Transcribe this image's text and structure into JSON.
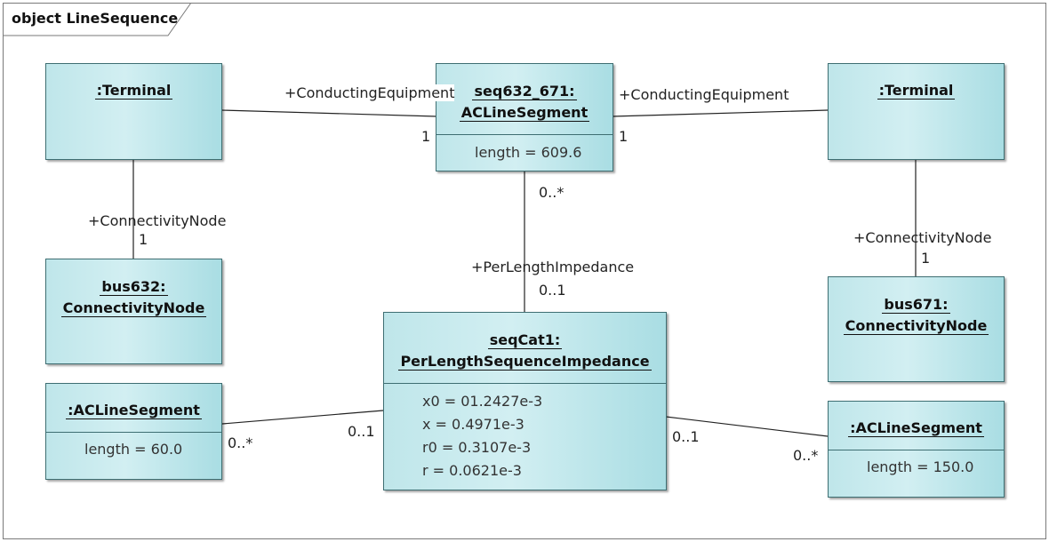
{
  "frame": {
    "title": "object LineSequence"
  },
  "objects": {
    "terminal_left": {
      "name": ":Terminal"
    },
    "terminal_right": {
      "name": ":Terminal"
    },
    "segment_main": {
      "name1": "seq632_671:",
      "name2": "ACLineSegment",
      "attr": "length = 609.6"
    },
    "bus632": {
      "name1": "bus632:",
      "name2": "ConnectivityNode"
    },
    "bus671": {
      "name1": "bus671:",
      "name2": "ConnectivityNode"
    },
    "seqcat": {
      "name1": "seqCat1:",
      "name2": "PerLengthSequenceImpedance",
      "attrs": [
        "x0 = 01.2427e-3",
        "x = 0.4971e-3",
        "r0 = 0.3107e-3",
        "r = 0.0621e-3"
      ]
    },
    "segment_left": {
      "name": ":ACLineSegment",
      "attr": "length = 60.0"
    },
    "segment_right": {
      "name": ":ACLineSegment",
      "attr": "length = 150.0"
    }
  },
  "labels": {
    "ce_left": "+ConductingEquipment",
    "ce_left_mult": "1",
    "ce_right": "+ConductingEquipment",
    "ce_right_mult": "1",
    "cn_left": "+ConnectivityNode",
    "cn_left_mult": "1",
    "cn_right": "+ConnectivityNode",
    "cn_right_mult": "1",
    "pli_src_mult": "0..*",
    "pli_role": "+PerLengthImpedance",
    "pli_dst_mult": "0..1",
    "seg_left_mult": "0..*",
    "seqcat_left_mult": "0..1",
    "seqcat_right_mult": "0..1",
    "seg_right_mult": "0..*"
  },
  "colors": {
    "box_fill": "#c4e8ec",
    "box_border": "#3e6e72",
    "line": "#222222"
  }
}
